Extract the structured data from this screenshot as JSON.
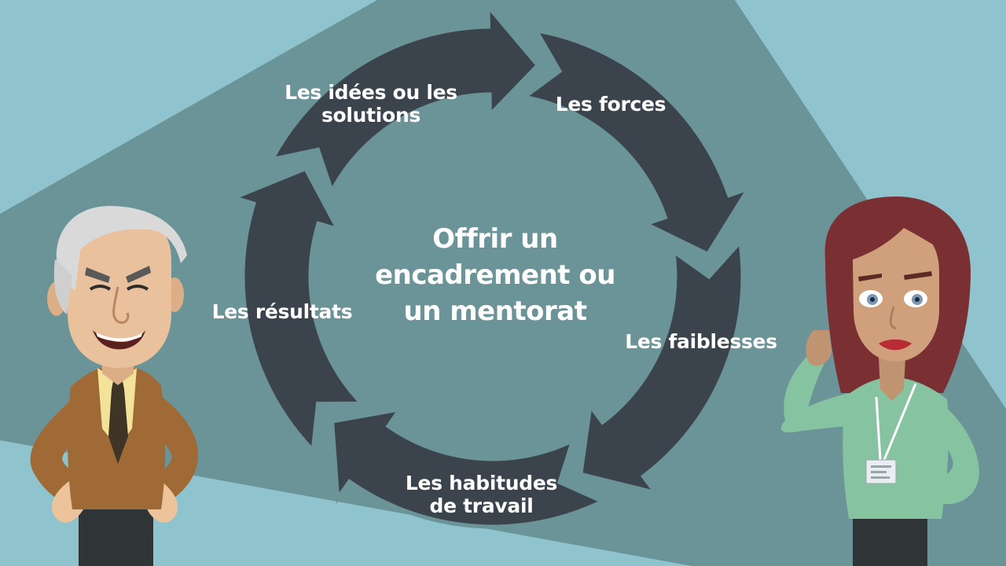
{
  "diagram": {
    "type": "cycle",
    "center_label": [
      "Offrir un",
      "encadrement ou",
      "un mentorat"
    ],
    "steps": [
      {
        "label": [
          "Les forces"
        ]
      },
      {
        "label": [
          "Les faiblesses"
        ]
      },
      {
        "label": [
          "Les habitudes",
          "de travail"
        ]
      },
      {
        "label": [
          "Les résultats"
        ]
      },
      {
        "label": [
          "Les idées ou les",
          "solutions"
        ]
      }
    ]
  },
  "colors": {
    "background_light": "#8fc3cd",
    "background_band": "#6b9499",
    "ring": "#3b444c",
    "label_text": "#ffffff"
  },
  "characters": [
    {
      "name": "older-man-character"
    },
    {
      "name": "woman-character"
    }
  ]
}
